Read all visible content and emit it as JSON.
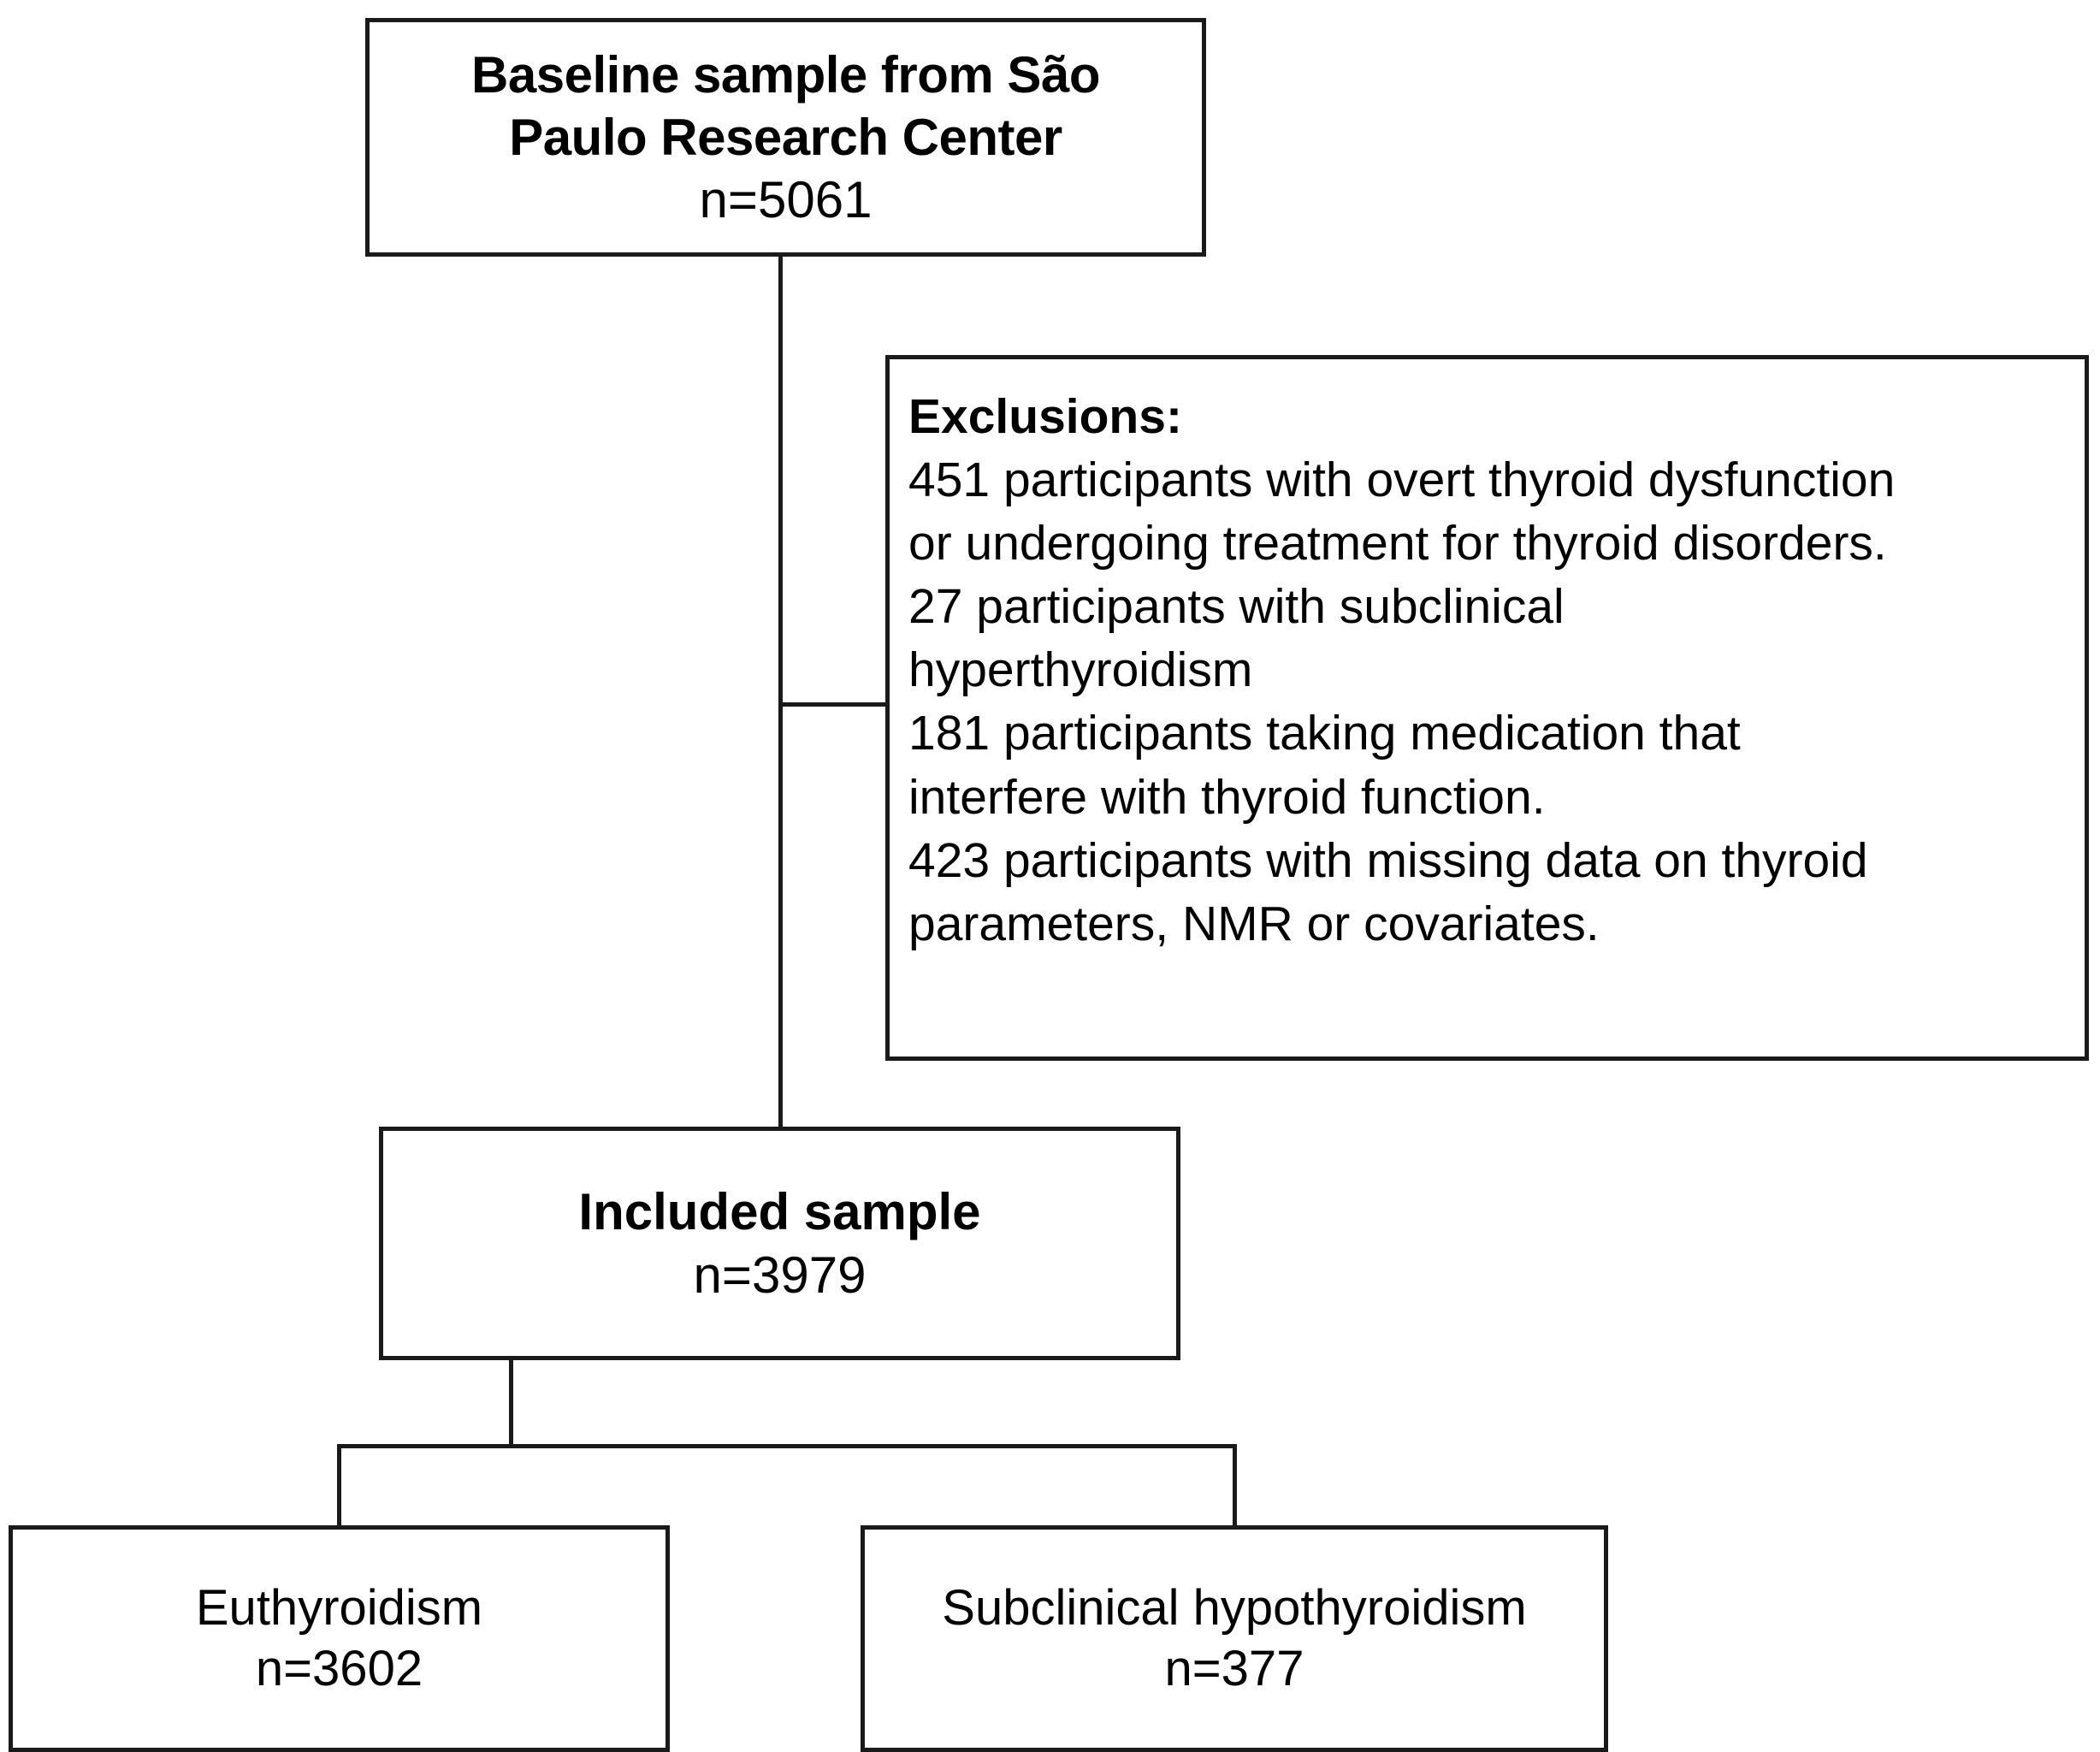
{
  "figure": {
    "type": "flowchart",
    "orientation": "top-down",
    "background_color": "#ffffff",
    "line_color": "#1a1a1a"
  },
  "nodes": {
    "baseline": {
      "title_line1": "Baseline sample from São",
      "title_line2": "Paulo Research Center",
      "count_label": "n=5061",
      "count_value": 5061
    },
    "exclusions": {
      "heading": "Exclusions:",
      "items": [
        "451 participants with overt thyroid dysfunction",
        "or undergoing treatment for thyroid disorders.",
        "27 participants with subclinical",
        "hyperthyroidism",
        "181 participants taking medication that",
        "interfere with thyroid function.",
        "423 participants with missing data on thyroid",
        "parameters, NMR or covariates."
      ],
      "excluded_counts": [
        451,
        27,
        181,
        423
      ]
    },
    "included": {
      "title": "Included sample",
      "count_label": "n=3979",
      "count_value": 3979
    },
    "euthyroidism": {
      "title": "Euthyroidism",
      "count_label": "n=3602",
      "count_value": 3602
    },
    "subclinical_hypothyroidism": {
      "title": "Subclinical hypothyroidism",
      "count_label": "n=377",
      "count_value": 377
    }
  }
}
